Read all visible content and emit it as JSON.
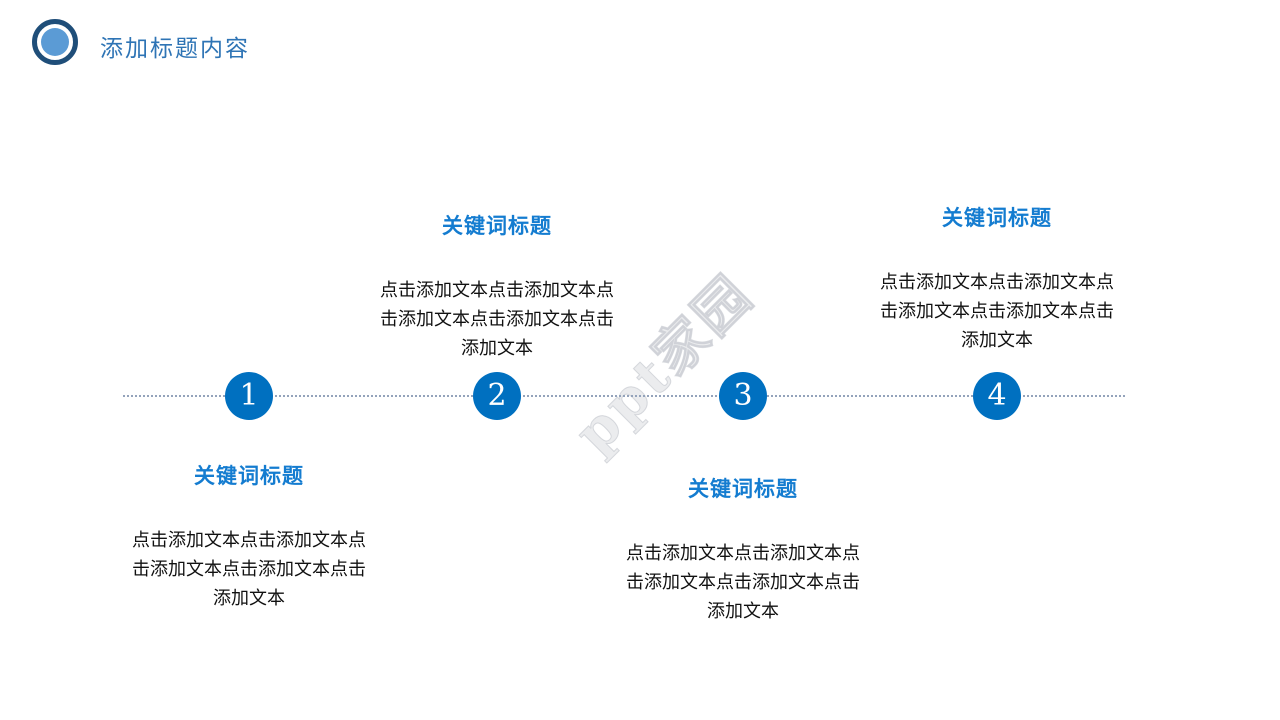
{
  "header": {
    "title": "添加标题内容"
  },
  "watermark": {
    "text": "ppt家园"
  },
  "colors": {
    "accent_blue": "#0070c0",
    "header_title_blue": "#2e74b5",
    "section_title_blue": "#147cd0",
    "icon_ring": "#1f4e79",
    "icon_inner": "#5b9bd5",
    "dotted_line": "#94a3bb",
    "body_text": "#111111",
    "background": "#ffffff"
  },
  "timeline": {
    "steps": [
      {
        "number": "1",
        "label_position": "below",
        "title": "关键词标题",
        "body_lines": [
          "点击添加文本点击添加文本点",
          "击添加文本点击添加文本点击",
          "添加文本"
        ]
      },
      {
        "number": "2",
        "label_position": "above",
        "title": "关键词标题",
        "body_lines": [
          "点击添加文本点击添加文本点",
          "击添加文本点击添加文本点击",
          "添加文本"
        ]
      },
      {
        "number": "3",
        "label_position": "below",
        "title": "关键词标题",
        "body_lines": [
          "点击添加文本点击添加文本点",
          "击添加文本点击添加文本点击",
          "添加文本"
        ]
      },
      {
        "number": "4",
        "label_position": "above",
        "title": "关键词标题",
        "body_lines": [
          "点击添加文本点击添加文本点",
          "击添加文本点击添加文本点击",
          "添加文本"
        ]
      }
    ]
  }
}
